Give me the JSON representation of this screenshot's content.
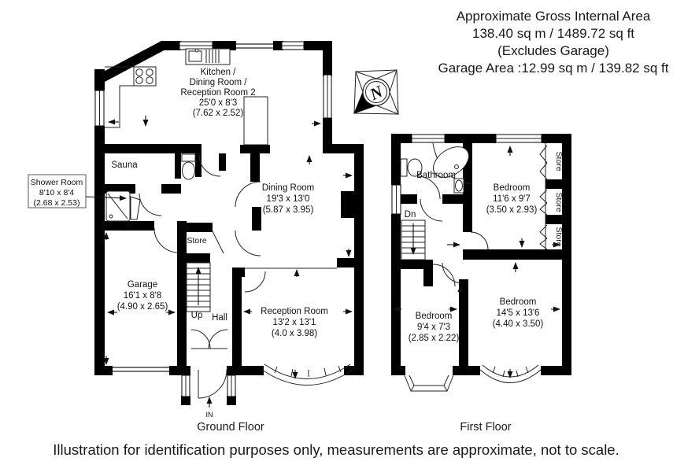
{
  "header": {
    "line1": "Approximate Gross Internal Area",
    "line2": "138.40 sq m / 1489.72 sq ft",
    "line3": "(Excludes Garage)",
    "line4": "Garage Area :12.99 sq m / 139.82 sq ft"
  },
  "compass": {
    "letter": "N"
  },
  "ground": {
    "floor_label": "Ground Floor",
    "kitchen": {
      "l1": "Kitchen /",
      "l2": "Dining Room /",
      "l3": "Reception Room 2",
      "dims_ft": "25'0 x 8'3",
      "dims_m": "(7.62 x 2.52)"
    },
    "shower": {
      "name": "Shower Room",
      "dims_ft": "8'10 x 8'4",
      "dims_m": "(2.68 x 2.53)"
    },
    "sauna": "Sauna",
    "dining": {
      "name": "Dining Room",
      "dims_ft": "19'3 x 13'0",
      "dims_m": "(5.87 x 3.95)"
    },
    "garage": {
      "name": "Garage",
      "dims_ft": "16'1 x 8'8",
      "dims_m": "(4.90 x 2.65)"
    },
    "store": "Store",
    "up": "Up",
    "hall": "Hall",
    "in_label": "IN",
    "reception": {
      "name": "Reception Room",
      "dims_ft": "13'2 x 13'1",
      "dims_m": "(4.0 x 3.98)"
    }
  },
  "first": {
    "floor_label": "First Floor",
    "bathroom": "Bathroom",
    "dn": "Dn",
    "bedroom1": {
      "name": "Bedroom",
      "dims_ft": "11'6 x 9'7",
      "dims_m": "(3.50 x 2.93)"
    },
    "bedroom2": {
      "name": "Bedroom",
      "dims_ft": "9'4 x 7'3",
      "dims_m": "(2.85 x 2.22)"
    },
    "bedroom3": {
      "name": "Bedroom",
      "dims_ft": "14'5 x 13'6",
      "dims_m": "(4.40 x 3.50)"
    },
    "stores": [
      "Store",
      "Store",
      "Store"
    ]
  },
  "footer": {
    "disclaimer": "Illustration for identification purposes only, measurements are approximate, not to scale."
  },
  "colors": {
    "wall": "#000000",
    "background": "#ffffff",
    "text": "#111111"
  }
}
